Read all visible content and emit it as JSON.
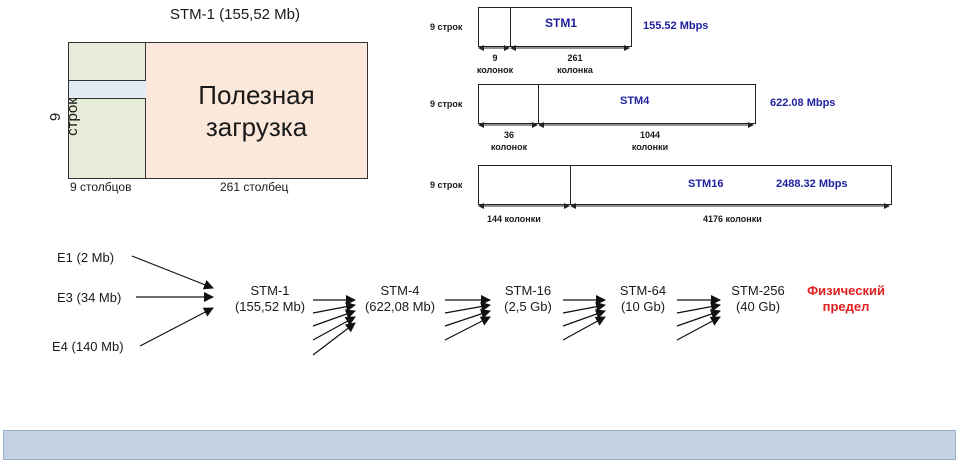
{
  "left_frame": {
    "title": "STM-1 (155,52 Mb)",
    "payload_label_line1": "Полезная",
    "payload_label_line2": "загрузка",
    "rows_label": "9 строк",
    "cols_overhead_label": "9 столбцов",
    "cols_payload_label": "261 столбец"
  },
  "stm_frames": [
    {
      "row_label": "9 строк",
      "name": "STM1",
      "rate": "155.52 Mbps",
      "overhead_cols": "9",
      "overhead_cols_unit": "колонок",
      "payload_cols": "261",
      "payload_cols_unit": "колонка"
    },
    {
      "row_label": "9 строк",
      "name": "STM4",
      "rate": "622.08 Mbps",
      "overhead_cols": "36",
      "overhead_cols_unit": "колонок",
      "payload_cols": "1044",
      "payload_cols_unit": "колонки"
    },
    {
      "row_label": "9 строк",
      "name": "STM16",
      "rate": "2488.32 Mbps",
      "overhead_cols_label": "144 колонки",
      "payload_cols_label": "4176 колонки"
    }
  ],
  "hierarchy": {
    "inputs": [
      "E1 (2 Mb)",
      "E3 (34 Mb)",
      "E4 (140 Mb)"
    ],
    "levels": [
      {
        "name": "STM-1",
        "rate": "(155,52 Mb)"
      },
      {
        "name": "STM-4",
        "rate": "(622,08 Mb)"
      },
      {
        "name": "STM-16",
        "rate": "(2,5 Gb)"
      },
      {
        "name": "STM-64",
        "rate": "(10 Gb)"
      },
      {
        "name": "STM-256",
        "rate": "(40 Gb)"
      }
    ],
    "limit_line1": "Физический",
    "limit_line2": "предел",
    "limit_color": "#e02020"
  }
}
